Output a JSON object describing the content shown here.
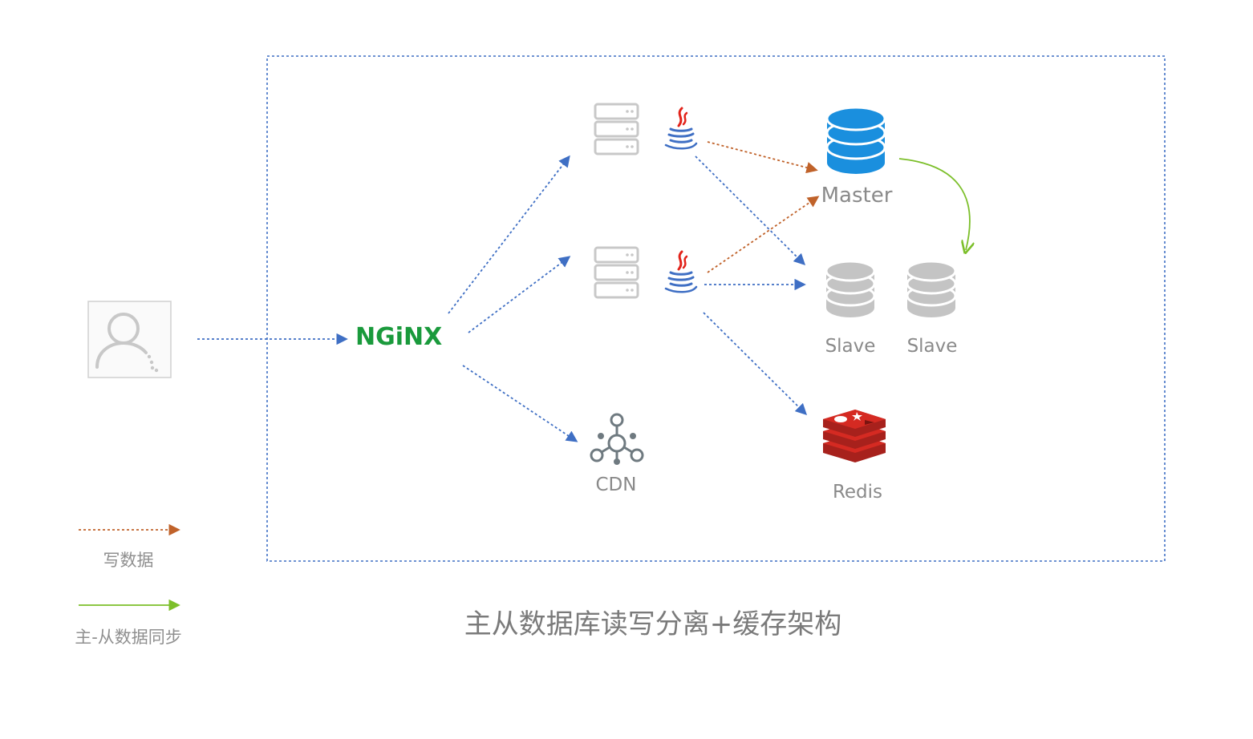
{
  "diagram": {
    "title": "主从数据库读写分离+缓存架构",
    "nodes": {
      "user": {
        "icon": "user-avatar-icon"
      },
      "nginx": {
        "label": "NGiNX",
        "color": "#1a9a3c"
      },
      "server_top": {
        "icon": "server-icon"
      },
      "server_mid": {
        "icon": "server-icon"
      },
      "java_top": {
        "icon": "java-icon"
      },
      "java_mid": {
        "icon": "java-icon"
      },
      "cdn": {
        "label": "CDN",
        "icon": "cdn-network-icon"
      },
      "master": {
        "label": "Master",
        "icon": "database-icon",
        "color": "#1a8fde"
      },
      "slave_1": {
        "label": "Slave",
        "icon": "database-icon",
        "color": "#c4c4c4"
      },
      "slave_2": {
        "label": "Slave",
        "icon": "database-icon",
        "color": "#c4c4c4"
      },
      "redis": {
        "label": "Redis",
        "icon": "redis-icon",
        "color": "#d52a22"
      }
    },
    "legend": {
      "write": {
        "label": "写数据",
        "color": "#c0622a",
        "style": "dashed"
      },
      "sync": {
        "label": "主-从数据同步",
        "color": "#7cbf2a",
        "style": "solid"
      }
    },
    "edge_colors": {
      "request": "#3f6fc4",
      "write": "#c0622a",
      "sync": "#7cbf2a"
    }
  }
}
